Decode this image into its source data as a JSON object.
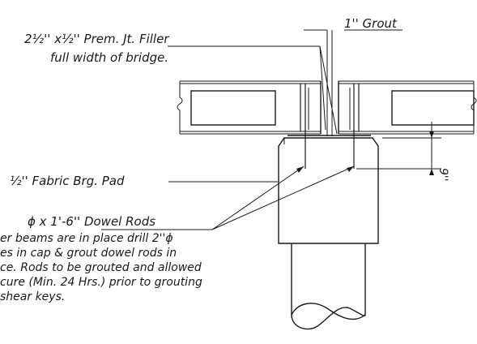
{
  "labels": {
    "grout": "1'' Grout",
    "filler_line1": "2½'' x½'' Prem. Jt. Filler",
    "filler_line2": "full width of bridge.",
    "pad": "½'' Fabric Brg. Pad",
    "dowel": "ϕ x 1'-6'' Dowel Rods",
    "note_line1": "er beams are in place drill 2''ϕ",
    "note_line2": "es in cap & grout dowel rods in",
    "note_line3": "ce. Rods to be grouted and allowed",
    "note_line4": "cure (Min. 24 Hrs.) prior to grouting",
    "note_line5": "shear keys.",
    "dimension": "9''"
  }
}
